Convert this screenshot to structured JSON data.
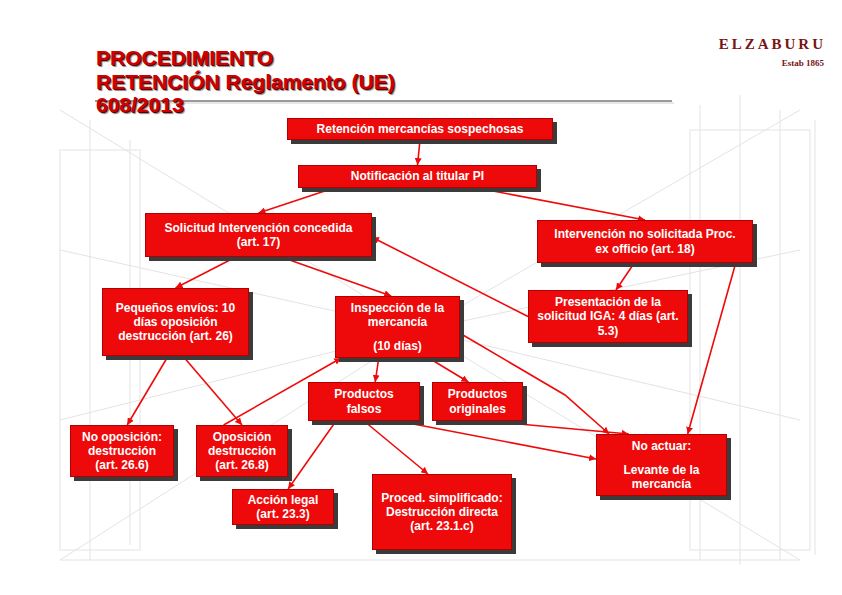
{
  "diagram": {
    "title": "PROCEDIMIENTO RETENCIÓN Reglamento (UE) 608/2013",
    "nodes": [
      {
        "text": [
          "Retención mercancías sospechosas"
        ]
      },
      {
        "text": [
          "Notificación al titular PI"
        ]
      },
      {
        "text": [
          "Solicitud Intervención concedida (art. 17)"
        ]
      },
      {
        "text": [
          "Intervención no solicitada Proc. ex officio (art. 18)"
        ]
      },
      {
        "text": [
          "Pequeños envíos: 10 días oposición destrucción (art. 26)"
        ]
      },
      {
        "text": [
          "Inspección de la mercancía",
          "(10 días)"
        ]
      },
      {
        "text": [
          "Presentación de la solicitud IGA: 4 días (art. 5.3)"
        ]
      },
      {
        "text": [
          "Productos falsos"
        ]
      },
      {
        "text": [
          "Productos originales"
        ]
      },
      {
        "text": [
          "No oposición: destrucción (art. 26.6)"
        ]
      },
      {
        "text": [
          "Oposición destrucción (art. 26.8)"
        ]
      },
      {
        "text": [
          "No actuar:",
          "Levante de la mercancía"
        ]
      },
      {
        "text": [
          "Acción legal (art. 23.3)"
        ]
      },
      {
        "text": [
          "Proced. simplificado: Destrucción directa (art. 23.1.c)"
        ]
      }
    ],
    "edges": [
      {
        "from": 0,
        "to": 1,
        "arrow": "to"
      },
      {
        "from": 1,
        "to": 2,
        "arrow": "to"
      },
      {
        "from": 1,
        "to": 3,
        "arrow": "to"
      },
      {
        "from": 2,
        "to": 4,
        "arrow": "to"
      },
      {
        "from": 2,
        "to": 5,
        "arrow": "to"
      },
      {
        "from": 3,
        "to": 6,
        "arrow": "to"
      },
      {
        "from": 3,
        "to": 11,
        "arrow": "to"
      },
      {
        "from": 6,
        "to": 2,
        "arrow": "to"
      },
      {
        "from": 4,
        "to": 9,
        "arrow": "to"
      },
      {
        "from": 4,
        "to": 10,
        "arrow": "to"
      },
      {
        "from": 10,
        "to": 5,
        "arrow": "to"
      },
      {
        "from": 5,
        "to": 7,
        "arrow": "to"
      },
      {
        "from": 5,
        "to": 8,
        "arrow": "to"
      },
      {
        "from": 5,
        "to": 11,
        "arrow": "to"
      },
      {
        "from": 7,
        "to": 11,
        "arrow": "to"
      },
      {
        "from": 8,
        "to": 11,
        "arrow": "to"
      },
      {
        "from": 7,
        "to": 12,
        "arrow": "to"
      },
      {
        "from": 7,
        "to": 13,
        "arrow": "to"
      }
    ],
    "labels": [
      "ELZABURU",
      "Estab 1865"
    ]
  }
}
